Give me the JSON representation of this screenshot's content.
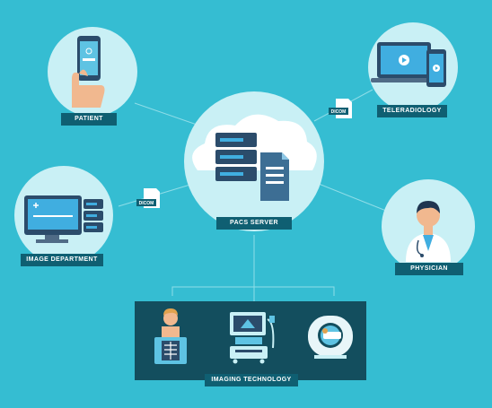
{
  "labels": {
    "patient": "PATIENT",
    "teleradiology": "TELERADIOLOGY",
    "pacs_server": "PACS SERVER",
    "image_department": "IMAGE DEPARTMENT",
    "physician": "PHYSICIAN",
    "imaging_technology": "IMAGING TECHNOLOGY"
  },
  "dicom_badges": {
    "teleradiology": "DICOM",
    "image_department": "DICOM"
  },
  "colors": {
    "background": "#35bdd2",
    "circle": "#c9f0f5",
    "label_bg": "#0f5f72",
    "panel": "#134e5e"
  },
  "icons": {
    "patient": "hand-phone-icon",
    "teleradiology": "laptop-tablet-icon",
    "pacs_server": "server-cloud-document-icon",
    "image_department": "workstation-monitor-icon",
    "physician": "doctor-icon",
    "imaging_xray": "xray-patient-icon",
    "imaging_ultrasound": "ultrasound-machine-icon",
    "imaging_mri": "mri-scanner-icon"
  }
}
